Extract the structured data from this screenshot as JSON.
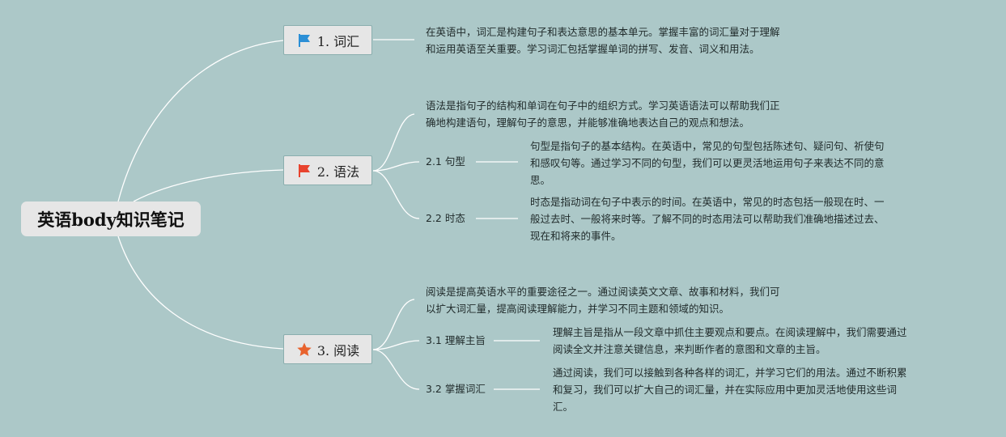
{
  "root": {
    "title": "英语body知识笔记"
  },
  "topics": [
    {
      "label": "1. 词汇",
      "icon": "blue-flag-icon",
      "icon_color": "#2b8fd6",
      "description_lines": [
        "在英语中，词汇是构建句子和表达意思的基本单元。掌握丰富的词汇量对于理解",
        "和运用英语至关重要。学习词汇包括掌握单词的拼写、发音、词义和用法。"
      ]
    },
    {
      "label": "2. 语法",
      "icon": "red-flag-icon",
      "icon_color": "#e8432e",
      "description_lines": [
        "语法是指句子的结构和单词在句子中的组织方式。学习英语语法可以帮助我们正",
        "确地构建语句，理解句子的意思，并能够准确地表达自己的观点和想法。"
      ],
      "subtopics": [
        {
          "label": "2.1 句型",
          "description_lines": [
            "句型是指句子的基本结构。在英语中，常见的句型包括陈述句、疑问句、祈使句",
            "和感叹句等。通过学习不同的句型，我们可以更灵活地运用句子来表达不同的意",
            "思。"
          ]
        },
        {
          "label": "2.2 时态",
          "description_lines": [
            "时态是指动词在句子中表示的时间。在英语中，常见的时态包括一般现在时、一",
            "般过去时、一般将来时等。了解不同的时态用法可以帮助我们准确地描述过去、",
            "现在和将来的事件。"
          ]
        }
      ]
    },
    {
      "label": "3. 阅读",
      "icon": "orange-star-icon",
      "icon_color": "#e8632e",
      "description_lines": [
        "阅读是提高英语水平的重要途径之一。通过阅读英文文章、故事和材料，我们可",
        "以扩大词汇量，提高阅读理解能力，并学习不同主题和领域的知识。"
      ],
      "subtopics": [
        {
          "label": "3.1 理解主旨",
          "description_lines": [
            "理解主旨是指从一段文章中抓住主要观点和要点。在阅读理解中，我们需要通过",
            "阅读全文并注意关键信息，来判断作者的意图和文章的主旨。"
          ]
        },
        {
          "label": "3.2 掌握词汇",
          "description_lines": [
            "通过阅读，我们可以接触到各种各样的词汇，并学习它们的用法。通过不断积累",
            "和复习，我们可以扩大自己的词汇量，并在实际应用中更加灵活地使用这些词",
            "汇。"
          ]
        }
      ]
    }
  ]
}
